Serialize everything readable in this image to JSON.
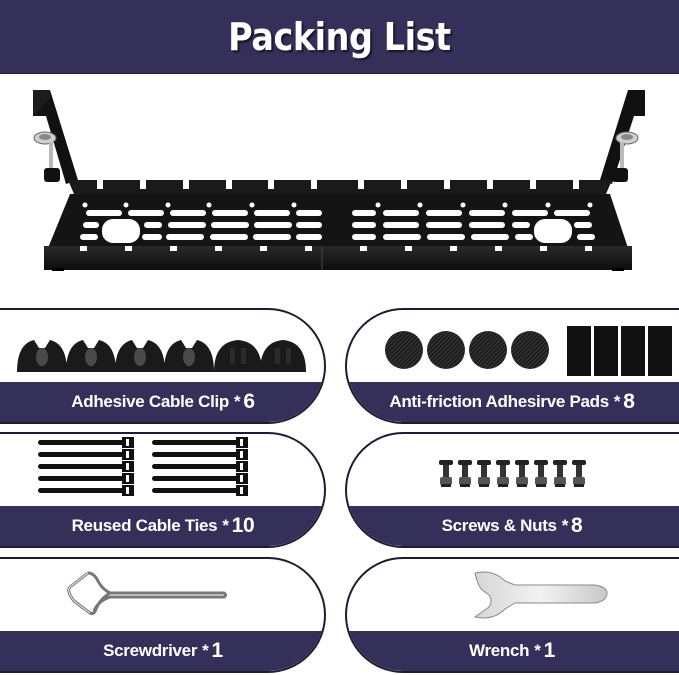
{
  "header": {
    "title": "Packing List"
  },
  "colors": {
    "navy": "#35305a",
    "border": "#1e1c30",
    "product": "#111111"
  },
  "hero": {
    "icon": "cable-tray-icon"
  },
  "items": [
    {
      "name": "Adhesive Cable Clip",
      "separator": "*",
      "qty": "6",
      "icon": "cable-clip-icon"
    },
    {
      "name": "Anti-friction Adhesirve Pads",
      "separator": "*",
      "qty": "8",
      "icon": "adhesive-pad-icon"
    },
    {
      "name": "Reused Cable Ties",
      "separator": "*",
      "qty": "10",
      "icon": "cable-tie-icon"
    },
    {
      "name": "Screws & Nuts",
      "separator": "*",
      "qty": "8",
      "icon": "screw-nut-icon"
    },
    {
      "name": "Screwdriver",
      "separator": "*",
      "qty": "1",
      "icon": "screwdriver-icon"
    },
    {
      "name": "Wrench",
      "separator": "*",
      "qty": "1",
      "icon": "wrench-icon"
    }
  ]
}
